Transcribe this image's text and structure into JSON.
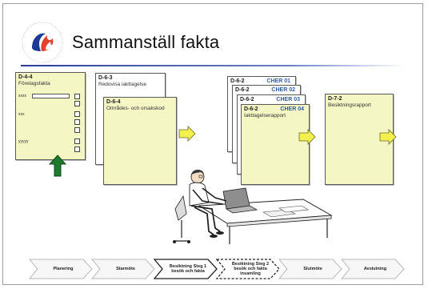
{
  "title": "Sammanställ fakta",
  "documents": {
    "d44": {
      "code": "D-4-4",
      "subtitle": "Företagsfakta",
      "field_labels": [
        "xxxx",
        "xxx",
        "yyyyy"
      ]
    },
    "d63": {
      "code": "D-6-3",
      "subtitle": "Redovisa iakttagelse"
    },
    "d64": {
      "code": "D-6-4",
      "subtitle": "Områdes- och orsakskod"
    },
    "d62_stack": [
      {
        "code": "D-6-2",
        "cher": "CHER 01"
      },
      {
        "code": "D-6-2",
        "cher": "CHER 02"
      },
      {
        "code": "D-6-2",
        "cher": "CHER 03"
      },
      {
        "code": "D-6-2",
        "cher": "CHER 04",
        "subtitle": "Iakttagelserapport"
      }
    ],
    "d72": {
      "code": "D-7-2",
      "subtitle": "Besiktningsrapport"
    }
  },
  "process_steps": [
    {
      "label": "Planering",
      "style": "light"
    },
    {
      "label": "Starmöte",
      "style": "light"
    },
    {
      "label": "Besiktning Steg 1 besök och fakta",
      "style": "active"
    },
    {
      "label": "Besiktning Steg 2 besök och fakta insamling",
      "style": "dashed"
    },
    {
      "label": "Slutmöte",
      "style": "light"
    },
    {
      "label": "Avslutning",
      "style": "light"
    }
  ],
  "colors": {
    "paper": "#f4f6c4",
    "arrow_yellow": "#f3ef4e",
    "arrow_green": "#1d7a2e",
    "cher_blue": "#2f5fa8",
    "title_rule": "#2a3c9c"
  }
}
